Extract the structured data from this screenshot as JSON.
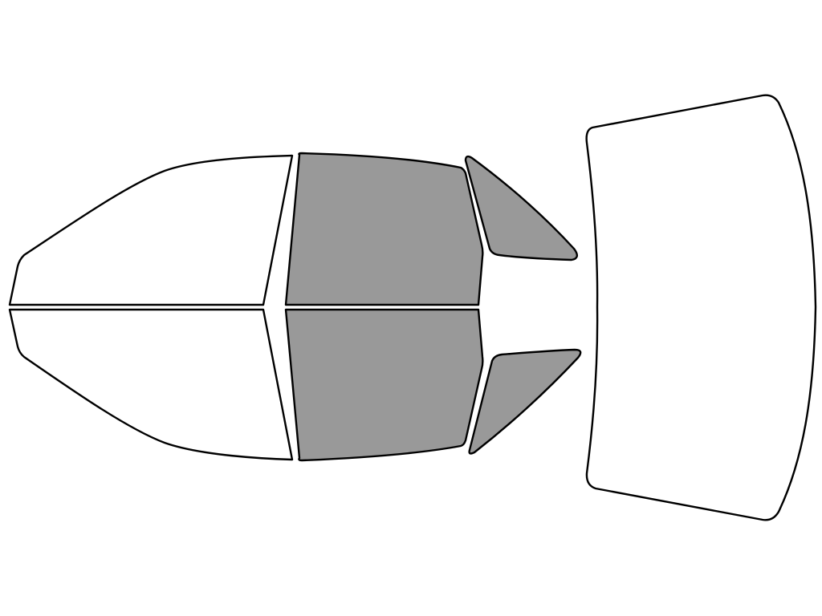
{
  "colors": {
    "background": "#ffffff",
    "outline": "#000000",
    "highlighted": "#999999",
    "unhighlighted": "#ffffff"
  },
  "windows": [
    {
      "id": "windshield-left-half",
      "highlighted": false
    },
    {
      "id": "windshield-right-half",
      "highlighted": false
    },
    {
      "id": "front-door-window-left",
      "highlighted": true
    },
    {
      "id": "front-door-window-right",
      "highlighted": true
    },
    {
      "id": "quarter-window-left",
      "highlighted": true
    },
    {
      "id": "quarter-window-right",
      "highlighted": true
    },
    {
      "id": "rear-window",
      "highlighted": false
    }
  ]
}
